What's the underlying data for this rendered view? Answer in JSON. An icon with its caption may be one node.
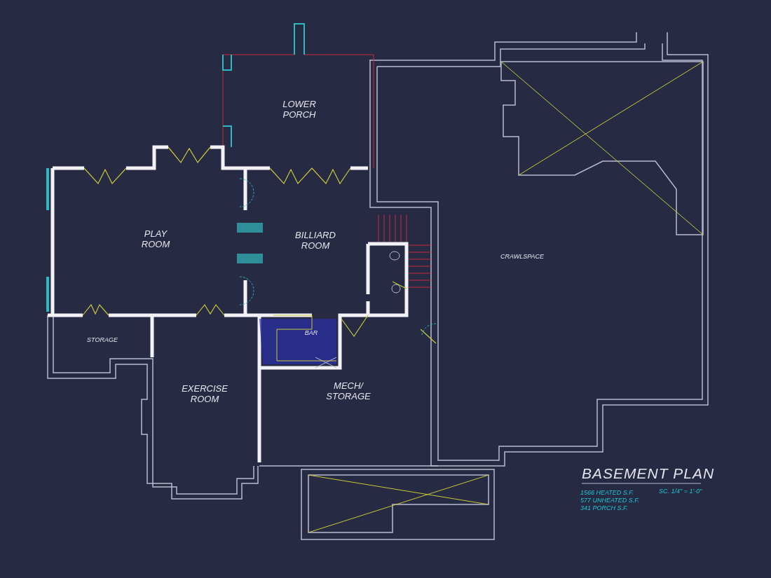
{
  "diagram": {
    "title": "BASEMENT PLAN",
    "labels": [
      "LOWER PORCH",
      "PLAY ROOM",
      "BILLIARD ROOM",
      "CRAWLSPACE",
      "STORAGE",
      "BAR",
      "EXERCISE ROOM",
      "MECH/ STORAGE",
      "1566 HEATED S.F.",
      "577 UNHEATED S.F.",
      "341 PORCH S.F.",
      "SC. 1/4\" = 1'-0\""
    ]
  }
}
